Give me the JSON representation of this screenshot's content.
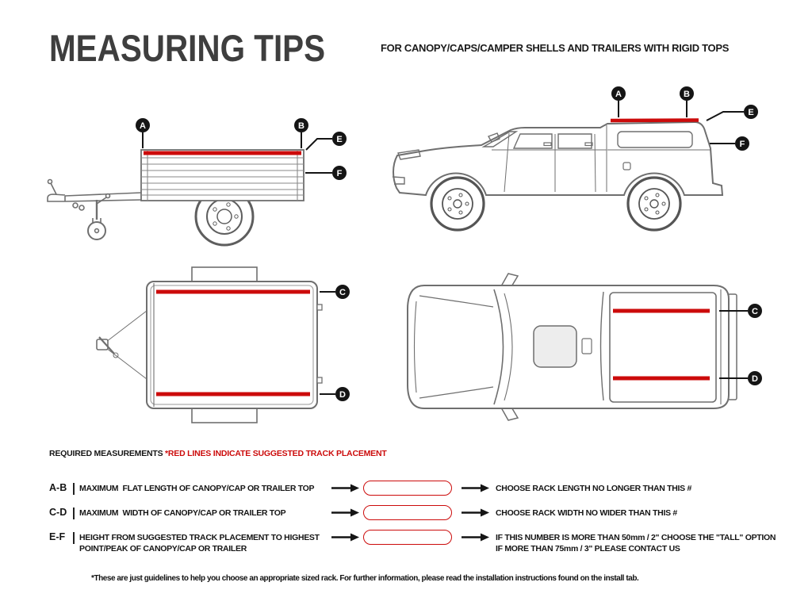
{
  "header": {
    "title": "MEASURING TIPS",
    "subtitle": "FOR CANOPY/CAPS/CAMPER SHELLS AND TRAILERS WITH RIGID TOPS"
  },
  "markers": {
    "a": "A",
    "b": "B",
    "c": "C",
    "d": "D",
    "e": "E",
    "f": "F"
  },
  "colors": {
    "track_red": "#cc0b0b",
    "title_gray": "#3e3e3e",
    "line_gray": "#6f6f6f",
    "badge_black": "#151515"
  },
  "legend": {
    "required_label": "REQUIRED MEASUREMENTS",
    "red_note": "*RED LINES INDICATE SUGGESTED TRACK PLACEMENT"
  },
  "measurements": [
    {
      "id": "A-B",
      "label": "MAXIMUM  FLAT LENGTH OF CANOPY/CAP OR TRAILER TOP",
      "result": "CHOOSE RACK LENGTH NO LONGER THAN THIS #"
    },
    {
      "id": "C-D",
      "label": "MAXIMUM  WIDTH OF CANOPY/CAP OR TRAILER TOP",
      "result": "CHOOSE RACK WIDTH NO WIDER THAN THIS #"
    },
    {
      "id": "E-F",
      "label": "HEIGHT FROM SUGGESTED TRACK PLACEMENT TO HIGHEST\nPOINT/PEAK OF CANOPY/CAP OR TRAILER",
      "result": "IF THIS NUMBER IS MORE THAN 50mm / 2\" CHOOSE THE \"TALL\" OPTION\nIF MORE THAN 75mm / 3\" PLEASE CONTACT US"
    }
  ],
  "footnote": "*These are just guidelines to help you choose an appropriate sized rack. For further information, please read the installation instructions found on the install tab."
}
